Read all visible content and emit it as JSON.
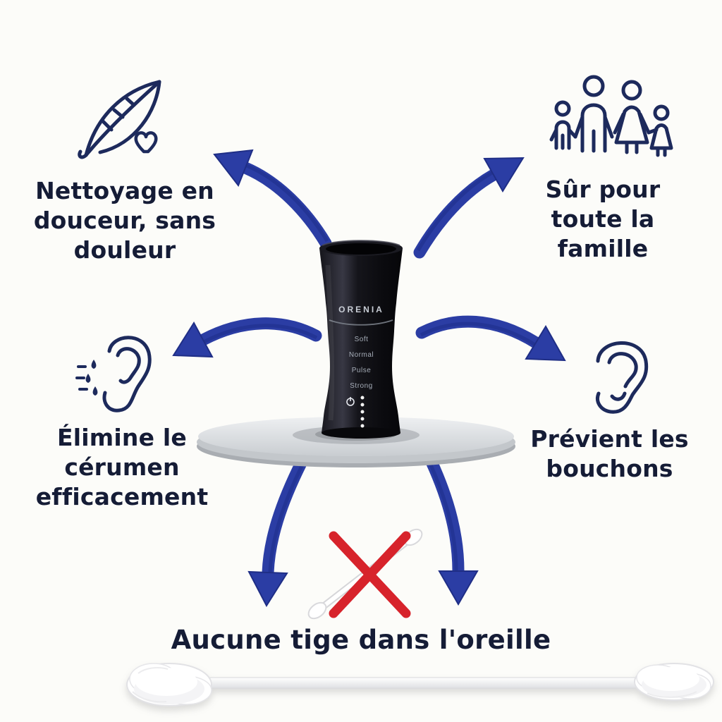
{
  "infographic": {
    "benefits": {
      "top_left": "Nettoyage en douceur, sans douleur",
      "top_right": "Sûr pour toute la famille",
      "mid_left": "Élimine le cérumen efficacement",
      "mid_right": "Prévient les bouchons"
    },
    "warning": "Aucune tige dans l'oreille",
    "device": {
      "brand": "ORENIA",
      "modes": [
        "Soft",
        "Normal",
        "Pulse",
        "Strong"
      ]
    },
    "icons": {
      "top_left": "feather-heart-icon",
      "top_right": "family-icon",
      "mid_left": "ear-cleaning-icon",
      "mid_right": "ear-icon",
      "bottom_center": "no-cotton-swab-icon"
    },
    "colors": {
      "arrow_blue": "#2b3da4",
      "icon_navy": "#1d2a5c",
      "text_dark": "#151c36",
      "cross_red": "#d7232b",
      "background": "#fcfcf9"
    }
  }
}
